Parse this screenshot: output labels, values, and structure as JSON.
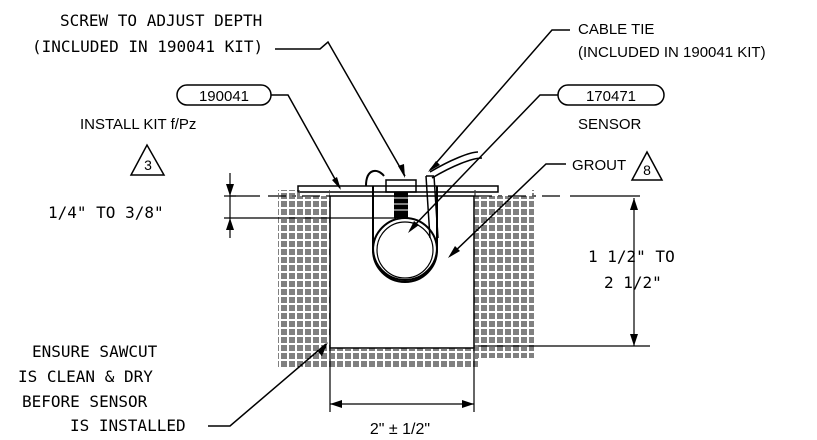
{
  "callouts": {
    "screw_line1": "SCREW TO ADJUST DEPTH",
    "screw_line2": "(INCLUDED IN 190041 KIT)",
    "cable_line1": "CABLE TIE",
    "cable_line2": "(INCLUDED IN 190041 KIT)",
    "kit_part": "190041",
    "kit_label": "INSTALL KIT f/Pz",
    "sensor_part": "170471",
    "sensor_label": "SENSOR",
    "grout_label": "GROUT",
    "note_triangle_3": "3",
    "note_triangle_8": "8"
  },
  "dimensions": {
    "depth_to_top": "1/4\" TO 3/8\"",
    "slot_depth_line1": "1 1/2\" TO",
    "slot_depth_line2": "2 1/2\"",
    "slot_width": "2\" ± 1/2\""
  },
  "note": {
    "line1": "ENSURE SAWCUT",
    "line2": "IS CLEAN & DRY",
    "line3": "BEFORE SENSOR",
    "line4": "IS INSTALLED"
  },
  "colors": {
    "ink": "#000000",
    "background": "#ffffff"
  }
}
